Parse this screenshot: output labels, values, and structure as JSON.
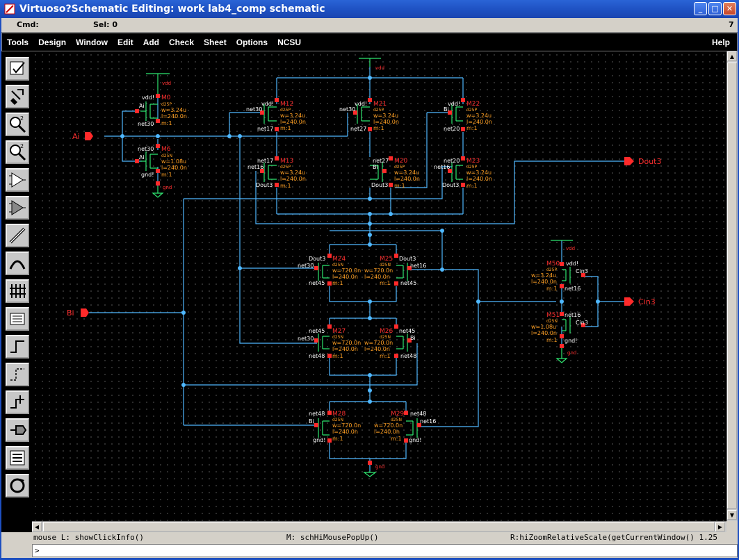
{
  "window": {
    "title": "Virtuoso?Schematic Editing: work lab4_comp schematic",
    "minimize_icon": "minimize-icon",
    "maximize_icon": "maximize-icon",
    "close_icon": "close-icon"
  },
  "status": {
    "cmd_label": "Cmd:",
    "sel_label": "Sel: 0",
    "count": "7"
  },
  "menu": {
    "items": [
      "Tools",
      "Design",
      "Window",
      "Edit",
      "Add",
      "Check",
      "Sheet",
      "Options",
      "NCSU"
    ],
    "help": "Help"
  },
  "toolbar": {
    "icons": [
      "check-save-icon",
      "stretch-icon",
      "zoom-in-icon",
      "zoom-out-icon",
      "instance-icon",
      "instance-2-icon",
      "wire-icon",
      "arc-icon",
      "bus-icon",
      "label-icon",
      "pin-icon",
      "wire-narrow-icon",
      "netlist-icon",
      "pin-add-icon",
      "property-icon",
      "undo-icon"
    ]
  },
  "schematic": {
    "pins": {
      "ai": "Ai",
      "bi": "Bi",
      "dout3": "Dout3",
      "cin3": "Cin3"
    },
    "supplies": {
      "vdd": "vdd",
      "vdd_label": "vdd!",
      "gnd": "gnd",
      "gnd_label": "gnd!"
    },
    "nets": {
      "net30": "net30",
      "net17": "net17",
      "net27": "net27",
      "net20": "net20",
      "net16": "net16",
      "dout3": "Dout3",
      "net45": "net45",
      "net48": "net48"
    },
    "devices": {
      "m0": {
        "name": "M0",
        "model": "d25P",
        "w": "w=3.24u",
        "l": "l=240.0n",
        "m": "m:1"
      },
      "m6": {
        "name": "M6",
        "model": "d25N",
        "w": "w=1.08u",
        "l": "l=240.0n",
        "m": "m:1"
      },
      "m12": {
        "name": "M12",
        "model": "d25P",
        "w": "w=3.24u",
        "l": "l=240.0n",
        "m": "m:1"
      },
      "m13": {
        "name": "M13",
        "model": "d25P",
        "w": "w=3.24u",
        "l": "l=240.0n",
        "m": "m:1"
      },
      "m21": {
        "name": "M21",
        "model": "d25P",
        "w": "w=3.24u",
        "l": "l=240.0n",
        "m": "m:1"
      },
      "m20": {
        "name": "M20",
        "model": "d25P",
        "w": "w=3.24u",
        "l": "l=240.0n",
        "m": "m:1"
      },
      "m22": {
        "name": "M22",
        "model": "d25P",
        "w": "w=3.24u",
        "l": "l=240.0n",
        "m": "m:1"
      },
      "m23": {
        "name": "M23",
        "model": "d25P",
        "w": "w=3.24u",
        "l": "l=240.0n",
        "m": "m:1"
      },
      "m24": {
        "name": "M24",
        "model": "d25N",
        "w": "w=720.0n",
        "l": "l=240.0n",
        "m": "m:1"
      },
      "m25": {
        "name": "M25",
        "model": "d25N",
        "w": "w=720.0n",
        "l": "l=240.0n",
        "m": "m:1"
      },
      "m27": {
        "name": "M27",
        "model": "d25N",
        "w": "w=720.0n",
        "l": "l=240.0n",
        "m": "m:1"
      },
      "m26": {
        "name": "M26",
        "model": "d25N",
        "w": "w=720.0n",
        "l": "l=240.0n",
        "m": "m:1"
      },
      "m28": {
        "name": "M28",
        "model": "d25N",
        "w": "w=720.0n",
        "l": "l=240.0n",
        "m": "m:1"
      },
      "m29": {
        "name": "M29",
        "model": "d25N",
        "w": "w=720.0n",
        "l": "l=240.0n",
        "m": "m:1"
      },
      "m50": {
        "name": "M50",
        "model": "d25P",
        "w": "w=3.24u",
        "l": "l=240.0n",
        "m": "m:1"
      },
      "m51": {
        "name": "M51",
        "model": "d25N",
        "w": "w=1.08u",
        "l": "l=240.0n",
        "m": "m:1"
      }
    },
    "inputs": {
      "ai": "Ai",
      "bi": "Bi"
    }
  },
  "mouse_hints": {
    "left": "mouse L: showClickInfo()",
    "middle": "M: schHiMousePopUp()",
    "right": "R:hiZoomRelativeScale(getCurrentWindow() 1.25"
  },
  "command_line": ">"
}
